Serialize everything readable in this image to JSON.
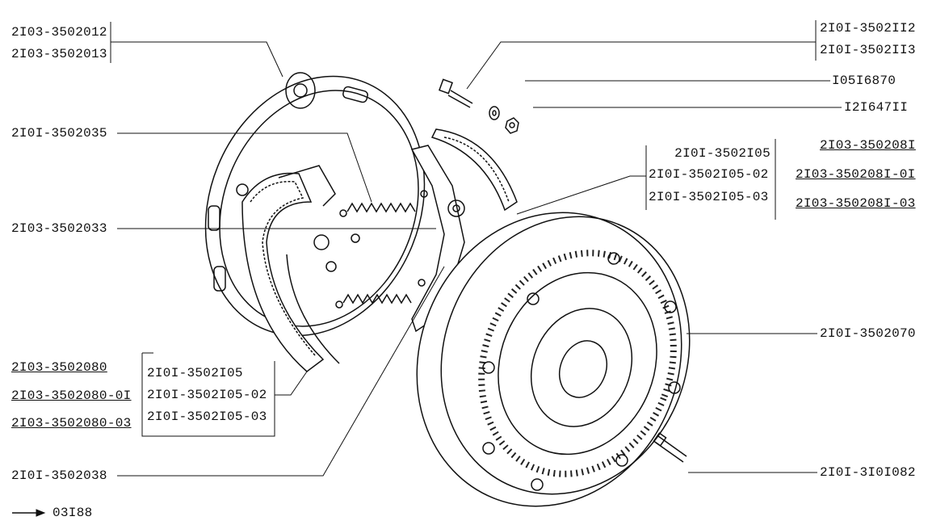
{
  "labels": {
    "backing_plate": [
      "2I03-3502012",
      "2I03-3502013"
    ],
    "pin": "2I0I-3502035",
    "spring_upper": "2I03-3502033",
    "shoe_left": [
      "2I03-3502080",
      "2I03-3502080-0I",
      "2I03-3502080-03"
    ],
    "shoe_left_lining": [
      "2I0I-3502I05",
      "2I0I-3502I05-02",
      "2I0I-3502I05-03"
    ],
    "spring_lower": "2I0I-3502038",
    "bolt": [
      "2I0I-3502II2",
      "2I0I-3502II3"
    ],
    "washer": "I05I6870",
    "nut": "I2I647II",
    "shoe_right_lining": [
      "2I0I-3502I05",
      "2I0I-3502I05-02",
      "2I0I-3502I05-03"
    ],
    "shoe_right": [
      "2I03-350208I",
      "2I03-350208I-0I",
      "2I03-350208I-03"
    ],
    "drum": "2I0I-3502070",
    "stud": "2I0I-3I0I082",
    "figure_ref": "03I88"
  }
}
